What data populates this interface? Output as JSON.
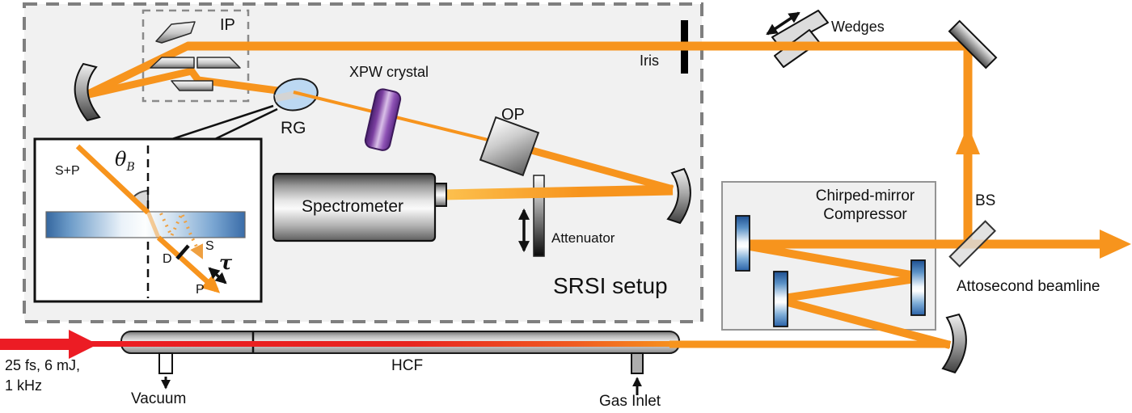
{
  "figure": {
    "beam_color": "#F7941D",
    "input_beam_color": "#EC1C24",
    "srsi": {
      "label": "SRSI setup",
      "ip_label": "IP",
      "iris_label": "Iris",
      "rg_label": "RG",
      "xpw_label": "XPW crystal",
      "op_label": "OP",
      "spectrometer_label": "Spectrometer",
      "attenuator_label": "Attenuator"
    },
    "inset": {
      "input_label": "S+P",
      "theta": "θ",
      "theta_sub": "B",
      "delay_label": "D",
      "s_label": "S",
      "p_label": "P",
      "tau_label": "τ"
    },
    "top_path": {
      "wedges_label": "Wedges"
    },
    "compressor": {
      "label_line1": "Chirped-mirror",
      "label_line2": "Compressor"
    },
    "bs_label": "BS",
    "attosecond_label": "Attosecond beamline",
    "hcf": {
      "label": "HCF",
      "vacuum_label": "Vacuum",
      "gas_label": "Gas Inlet"
    },
    "input_pulse": {
      "line1": "25 fs, 6 mJ,",
      "line2": "1 kHz"
    }
  }
}
